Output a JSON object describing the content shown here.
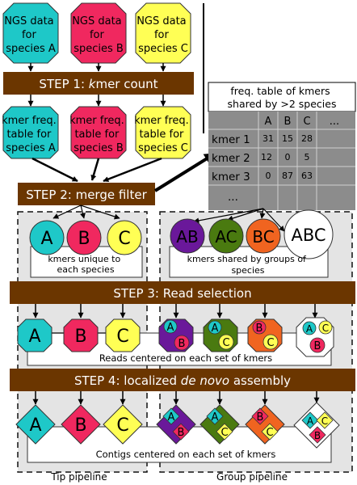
{
  "colors": {
    "species_a": "#1ec8c8",
    "species_b": "#f0285f",
    "species_c": "#ffff55",
    "step_bar": "#6b3600",
    "table_bg": "#8c8c8c",
    "panel_bg": "#e4e4e4",
    "ab": "#6a189a",
    "ac": "#4a7a10",
    "bc": "#f06420"
  },
  "inputs": [
    {
      "lines": [
        "NGS data",
        "for",
        "species A"
      ]
    },
    {
      "lines": [
        "NGS data",
        "for",
        "species B"
      ]
    },
    {
      "lines": [
        "NGS data",
        "for",
        "species C"
      ]
    }
  ],
  "step1": {
    "prefix": "STEP 1: ",
    "italic": "k",
    "suffix": "mer count"
  },
  "freq_tables": [
    {
      "lines": [
        "kmer freq.",
        "table for",
        "species A"
      ]
    },
    {
      "lines": [
        "kmer freq.",
        "table for",
        "species B"
      ]
    },
    {
      "lines": [
        "kmer freq.",
        "table for",
        "species C"
      ]
    }
  ],
  "shared_table": {
    "caption": [
      "freq. table of kmers",
      "shared by >2 species"
    ],
    "columns": [
      "A",
      "B",
      "C",
      "..."
    ],
    "rows": [
      {
        "label": "kmer 1",
        "values": [
          "31",
          "15",
          "28"
        ]
      },
      {
        "label": "kmer 2",
        "values": [
          "12",
          "0",
          "5"
        ]
      },
      {
        "label": "kmer 3",
        "values": [
          "0",
          "87",
          "63"
        ]
      }
    ],
    "ellipsis": "..."
  },
  "step2": {
    "label": "STEP 2: merge filter"
  },
  "unique_sets": {
    "circles": [
      "A",
      "B",
      "C"
    ],
    "caption": [
      "kmers unique to",
      "each species"
    ]
  },
  "shared_sets": {
    "circles": [
      "AB",
      "AC",
      "BC",
      "ABC"
    ],
    "caption": [
      "kmers shared by groups of",
      "species"
    ]
  },
  "step3": {
    "label": "STEP 3: Read selection"
  },
  "reads": {
    "single": [
      "A",
      "B",
      "C"
    ],
    "caption": "Reads centered on each set of kmers"
  },
  "step4": {
    "prefix": "STEP 4: localized ",
    "italic": "de novo",
    "suffix": " assembly"
  },
  "contigs": {
    "single": [
      "A",
      "B",
      "C"
    ],
    "caption": "Contigs centered on each set of kmers"
  },
  "pipelines": {
    "tip": "Tip pipeline",
    "group": "Group pipeline"
  }
}
